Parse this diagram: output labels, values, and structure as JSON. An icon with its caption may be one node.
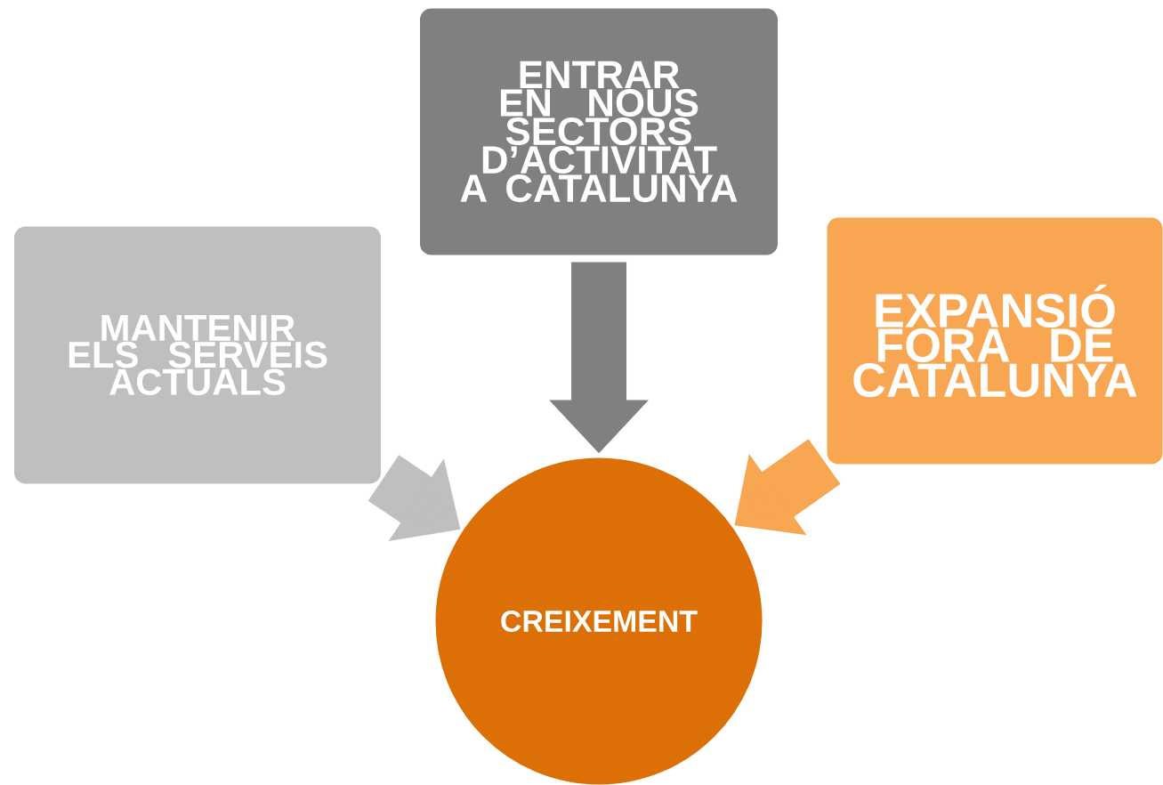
{
  "diagram": {
    "nodes": [
      {
        "text": [
          "MANTENIR ELS SERVEIS ACTUALS"
        ]
      },
      {
        "text": [
          "ENTRAR EN NOUS SECTORS D’ACTIVITAT A CATALUNYA"
        ]
      },
      {
        "text": [
          "EXPANSIÓ FORA DE CATALUNYA"
        ]
      },
      {
        "text": [
          "CREIXEMENT"
        ]
      }
    ],
    "edges": [
      {
        "from": 0,
        "to": 3,
        "arrow": "to",
        "color": "#bfbfbf"
      },
      {
        "from": 1,
        "to": 3,
        "arrow": "to",
        "color": "#808080"
      },
      {
        "from": 2,
        "to": 3,
        "arrow": "to",
        "color": "#f8a652"
      }
    ]
  }
}
